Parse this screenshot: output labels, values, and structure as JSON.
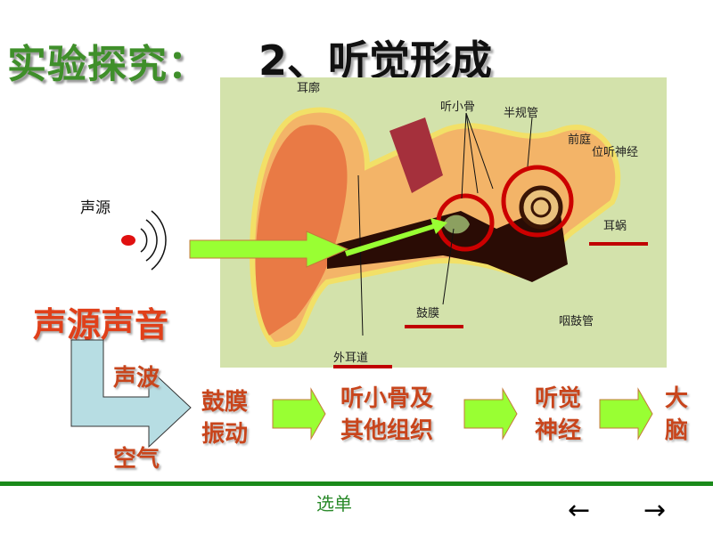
{
  "title": {
    "prefix": "实验探究：",
    "main": "2、听觉形成"
  },
  "source_label": "声源",
  "ear_labels": {
    "auricle": "耳廓",
    "ossicles": "听小骨",
    "semicircular": "半规管",
    "vestibule": "前庭",
    "nerve": "位听神经",
    "cochlea": "耳蜗",
    "eardrum": "鼓膜",
    "eustachian": "咽鼓管",
    "canal": "外耳道"
  },
  "flow": {
    "start": "声源声音",
    "wave": "声波",
    "air": "空气",
    "steps": [
      [
        "鼓膜",
        "振动"
      ],
      [
        "听小骨及",
        "其他组织"
      ],
      [
        "听觉",
        "神经"
      ],
      [
        "大",
        "脑"
      ]
    ]
  },
  "footer": {
    "menu": "选单",
    "prev": "←",
    "next": "→"
  },
  "colors": {
    "title_green": "#3f8f2a",
    "arrow_green": "#99ff33",
    "circle_red": "#cc0000",
    "footer_line": "#1a8a1a"
  }
}
